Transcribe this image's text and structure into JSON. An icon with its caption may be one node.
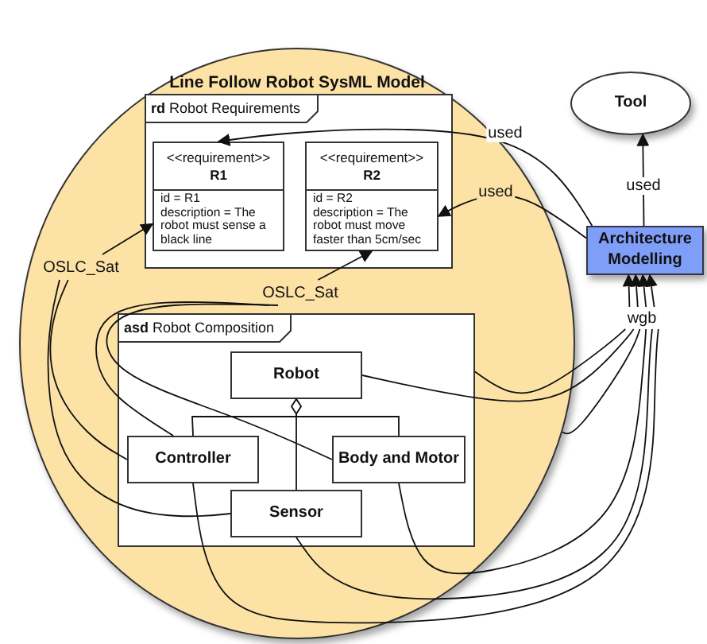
{
  "diagram": {
    "nodes": [
      {
        "text": [
          "Line Follow Robot SysML Model"
        ]
      },
      {
        "text": [
          "**rd** Robot Requirements"
        ],
        "in": 0
      },
      {
        "text": [
          "<<requirement>>",
          "R1",
          "id = R1",
          "description = The robot must sense a black line"
        ],
        "in": 1
      },
      {
        "text": [
          "<<requirement>>",
          "R2",
          "id = R2",
          "description = The robot must move faster than 5cm/sec"
        ],
        "in": 1
      },
      {
        "text": [
          "**asd** Robot Composition"
        ],
        "in": 0
      },
      {
        "text": [
          "Robot"
        ],
        "in": 4
      },
      {
        "text": [
          "Controller"
        ],
        "in": 4
      },
      {
        "text": [
          "Body and Motor"
        ],
        "in": 4
      },
      {
        "text": [
          "Sensor"
        ],
        "in": 4
      },
      {
        "text": [
          "Tool"
        ]
      },
      {
        "text": [
          "Architecture Modelling"
        ]
      },
      {
        "text": [
          "OSLC_Sat"
        ],
        "in": 0
      },
      {
        "text": [
          "OSLC_Sat"
        ],
        "in": 0
      },
      {
        "text": [
          "wgb"
        ]
      }
    ],
    "edges": [
      {
        "from": 10,
        "to": 2,
        "arrow": "to",
        "label": "used"
      },
      {
        "from": 10,
        "to": 3,
        "arrow": "to",
        "label": "used"
      },
      {
        "from": 10,
        "to": 9,
        "arrow": "to",
        "label": "used"
      },
      {
        "from": 11,
        "to": 2,
        "arrow": "to"
      },
      {
        "from": 11,
        "to": 6,
        "arrow": "none"
      },
      {
        "from": 11,
        "to": 8,
        "arrow": "none"
      },
      {
        "from": 12,
        "to": 3,
        "arrow": "to"
      },
      {
        "from": 12,
        "to": 6,
        "arrow": "none"
      },
      {
        "from": 12,
        "to": 7,
        "arrow": "none"
      },
      {
        "from": 6,
        "to": 5,
        "arrow": "other"
      },
      {
        "from": 7,
        "to": 5,
        "arrow": "other"
      },
      {
        "from": 8,
        "to": 5,
        "arrow": "other"
      },
      {
        "from": 13,
        "to": 10,
        "arrow": "to"
      },
      {
        "from": 13,
        "to": 10,
        "arrow": "to"
      },
      {
        "from": 13,
        "to": 10,
        "arrow": "to"
      },
      {
        "from": 13,
        "to": 10,
        "arrow": "to"
      },
      {
        "from": 4,
        "to": 13,
        "arrow": "none"
      },
      {
        "from": 5,
        "to": 13,
        "arrow": "none"
      },
      {
        "from": 0,
        "to": 13,
        "arrow": "none"
      },
      {
        "from": 7,
        "to": 13,
        "arrow": "none"
      },
      {
        "from": 8,
        "to": 13,
        "arrow": "none"
      },
      {
        "from": 6,
        "to": 13,
        "arrow": "none"
      }
    ]
  }
}
